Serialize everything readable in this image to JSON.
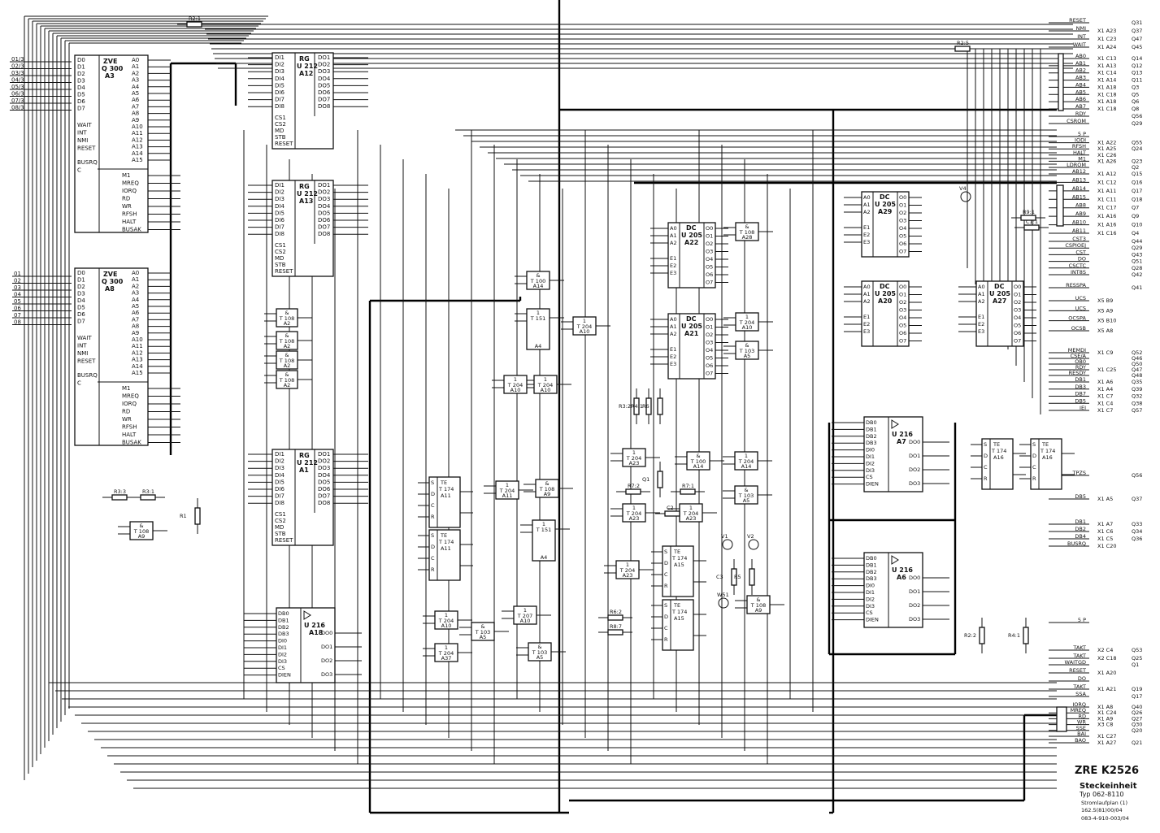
{
  "title_block": {
    "title": "ZRE K2526",
    "subtitle": "Steckeinheit",
    "line1": "Typ 062-8110",
    "line2": "Stromlaufplan (1)",
    "line3": "162.5(81)00/04",
    "line4": "083-4-910-003/04"
  },
  "cpus": [
    {
      "type": "ZVE",
      "part": "Q 300",
      "ref": "A3",
      "inputs": [
        "D0",
        "D1",
        "D2",
        "D3",
        "D4",
        "D5",
        "D6",
        "D7"
      ],
      "addr": [
        "A0",
        "A1",
        "A2",
        "A3",
        "A4",
        "A5",
        "A6",
        "A7",
        "A8",
        "A9",
        "A10",
        "A11",
        "A12",
        "A13",
        "A14",
        "A15"
      ],
      "ctrl_in": [
        "WAIT",
        "INT",
        "NMI",
        "RESET",
        "BUSRQ",
        "C"
      ],
      "ctrl_out": [
        "M1",
        "MREQ",
        "IORQ",
        "RD",
        "WR",
        "RFSH",
        "HALT",
        "BUSAK"
      ]
    },
    {
      "type": "ZVE",
      "part": "Q 300",
      "ref": "A8",
      "inputs": [
        "D0",
        "D1",
        "D2",
        "D3",
        "D4",
        "D5",
        "D6",
        "D7"
      ],
      "addr": [
        "A0",
        "A1",
        "A2",
        "A3",
        "A4",
        "A5",
        "A6",
        "A7",
        "A8",
        "A9",
        "A10",
        "A11",
        "A12",
        "A13",
        "A14",
        "A15"
      ],
      "ctrl_in": [
        "WAIT",
        "INT",
        "NMI",
        "RESET",
        "BUSRQ",
        "C"
      ],
      "ctrl_out": [
        "M1",
        "MREQ",
        "IORQ",
        "RD",
        "WR",
        "RFSH",
        "HALT",
        "BUSAK"
      ]
    }
  ],
  "registers": [
    {
      "type": "RG",
      "part": "U 212",
      "ref": "A12"
    },
    {
      "type": "RG",
      "part": "U 212",
      "ref": "A13"
    },
    {
      "type": "RG",
      "part": "U 212",
      "ref": "A1"
    }
  ],
  "reg_pins_in": [
    "DI1",
    "DI2",
    "DI3",
    "DI4",
    "DI5",
    "DI6",
    "DI7",
    "DI8"
  ],
  "reg_pins_out": [
    "DO1",
    "DO2",
    "DO3",
    "DO4",
    "DO5",
    "DO6",
    "DO7",
    "DO8"
  ],
  "reg_ctrl": [
    "CS1",
    "CS2",
    "MD",
    "STB",
    "RESET"
  ],
  "decoders": [
    {
      "type": "DC",
      "part": "U 205",
      "ref": "A22"
    },
    {
      "type": "DC",
      "part": "U 205",
      "ref": "A21"
    },
    {
      "type": "DC",
      "part": "U 205",
      "ref": "A29"
    },
    {
      "type": "DC",
      "part": "U 205",
      "ref": "A20"
    },
    {
      "type": "DC",
      "part": "U 205",
      "ref": "A27"
    }
  ],
  "dec_pins_in": [
    "A0",
    "A1",
    "A2",
    "E1",
    "E2",
    "E3"
  ],
  "dec_pins_out": [
    "O0",
    "O1",
    "O2",
    "O3",
    "O4",
    "O5",
    "O6",
    "O7"
  ],
  "drivers": [
    {
      "type": "U 216",
      "ref": "A7"
    },
    {
      "type": "U 216",
      "ref": "A6"
    },
    {
      "type": "U 216",
      "ref": "A18"
    }
  ],
  "drv_pins_left": [
    "DB0",
    "DB1",
    "DB2",
    "DB3",
    "DI0",
    "DI1",
    "DI2",
    "DI3",
    "CS",
    "DIEN"
  ],
  "drv_pins_right": [
    "DO0",
    "DO1",
    "DO2",
    "DO3"
  ],
  "gates": [
    {
      "sym": "&",
      "part": "T 108",
      "ref": "A28"
    },
    {
      "sym": "&",
      "part": "T 108",
      "ref": "A2"
    },
    {
      "sym": "&",
      "part": "T 108",
      "ref": "A2"
    },
    {
      "sym": "&",
      "part": "T 108",
      "ref": "A2"
    },
    {
      "sym": "&",
      "part": "T 108",
      "ref": "A2"
    },
    {
      "sym": "&",
      "part": "T 100",
      "ref": "A14"
    },
    {
      "sym": "1",
      "part": "T 151",
      "ref": "A4"
    },
    {
      "sym": "1",
      "part": "T 204",
      "ref": "A10"
    },
    {
      "sym": "1",
      "part": "T 204",
      "ref": "A10"
    },
    {
      "sym": "1",
      "part": "T 204",
      "ref": "A10"
    },
    {
      "sym": "1",
      "part": "T 204",
      "ref": "A10"
    },
    {
      "sym": "&",
      "part": "T 103",
      "ref": "A5"
    },
    {
      "sym": "&",
      "part": "T 108",
      "ref": "A9"
    },
    {
      "sym": "1",
      "part": "T 204",
      "ref": "A11"
    },
    {
      "sym": "&",
      "part": "T 108",
      "ref": "A9"
    },
    {
      "sym": "1",
      "part": "T 151",
      "ref": "A4"
    },
    {
      "sym": "1",
      "part": "T 204",
      "ref": "A23"
    },
    {
      "sym": "&",
      "part": "T 100",
      "ref": "A14"
    },
    {
      "sym": "1",
      "part": "T 204",
      "ref": "A14"
    },
    {
      "sym": "&",
      "part": "T 103",
      "ref": "A5"
    },
    {
      "sym": "1",
      "part": "T 204",
      "ref": "A23"
    },
    {
      "sym": "1",
      "part": "T 204",
      "ref": "A23"
    },
    {
      "sym": "1",
      "part": "T 204",
      "ref": "A23"
    },
    {
      "sym": "&",
      "part": "T 108",
      "ref": "A9"
    },
    {
      "sym": "1",
      "part": "T 204",
      "ref": "A10"
    },
    {
      "sym": "&",
      "part": "T 103",
      "ref": "A5"
    },
    {
      "sym": "1",
      "part": "T 204",
      "ref": "A37"
    },
    {
      "sym": "1",
      "part": "T 207",
      "ref": "A10"
    },
    {
      "sym": "&",
      "part": "T 103",
      "ref": "A5"
    }
  ],
  "flipflops": [
    {
      "type": "TE",
      "part": "T 174",
      "ref": "A11"
    },
    {
      "type": "TE",
      "part": "T 174",
      "ref": "A11"
    },
    {
      "type": "TE",
      "part": "T 174",
      "ref": "A15"
    },
    {
      "type": "TE",
      "part": "T 174",
      "ref": "A15"
    },
    {
      "type": "TE",
      "part": "T 174",
      "ref": "A16"
    },
    {
      "type": "TE",
      "part": "T 174",
      "ref": "A16"
    }
  ],
  "ff_pins": [
    "S",
    "D",
    "C",
    "R"
  ],
  "passives": [
    "R2:1",
    "R3:3",
    "R3:1",
    "R1",
    "R3:2",
    "R4:1",
    "R6",
    "R7:2",
    "R7:1",
    "C2",
    "Q1",
    "V1",
    "V2",
    "C3",
    "R5",
    "R6:2",
    "R8:7",
    "R2:2",
    "R4:1",
    "R9:1",
    "C1:1",
    "W51",
    "V4",
    "R2:5"
  ],
  "connector_right": [
    {
      "signal": "RESET",
      "pin": "",
      "q": "Q31"
    },
    {
      "signal": "NMI",
      "pin": "X1 A23",
      "q": "Q37"
    },
    {
      "signal": "INT",
      "pin": "X1 C23",
      "q": "Q47"
    },
    {
      "signal": "WAIT",
      "pin": "X1 A24",
      "q": "Q45"
    },
    {
      "signal": "AB0",
      "pin": "X1 C13",
      "q": "Q14"
    },
    {
      "signal": "AB1",
      "pin": "X1 A13",
      "q": "Q12"
    },
    {
      "signal": "AB2",
      "pin": "X1 C14",
      "q": "Q13"
    },
    {
      "signal": "AB3",
      "pin": "X1 A14",
      "q": "Q11"
    },
    {
      "signal": "AB4",
      "pin": "X1 A18",
      "q": "Q3"
    },
    {
      "signal": "AB5",
      "pin": "X1 C18",
      "q": "Q5"
    },
    {
      "signal": "AB6",
      "pin": "X1 A18",
      "q": "Q6"
    },
    {
      "signal": "AB7",
      "pin": "X1 C18",
      "q": "Q8"
    },
    {
      "signal": "RDY",
      "pin": "",
      "q": "Q56"
    },
    {
      "signal": "CSROM",
      "pin": "",
      "q": "Q29"
    },
    {
      "signal": "5 P",
      "pin": "",
      "q": ""
    },
    {
      "signal": "IODI",
      "pin": "X1 A22",
      "q": "Q55"
    },
    {
      "signal": "RFSH",
      "pin": "X1 A25",
      "q": "Q24"
    },
    {
      "signal": "HALT",
      "pin": "X1 C26",
      "q": ""
    },
    {
      "signal": "M1",
      "pin": "X1 A26",
      "q": "Q23"
    },
    {
      "signal": "LDROM",
      "pin": "",
      "q": "Q2"
    },
    {
      "signal": "AB12",
      "pin": "X1 A12",
      "q": "Q15"
    },
    {
      "signal": "AB13",
      "pin": "X1 C12",
      "q": "Q16"
    },
    {
      "signal": "AB14",
      "pin": "X1 A11",
      "q": "Q17"
    },
    {
      "signal": "AB15",
      "pin": "X1 C11",
      "q": "Q18"
    },
    {
      "signal": "AB8",
      "pin": "X1 C17",
      "q": "Q7"
    },
    {
      "signal": "AB9",
      "pin": "X1 A16",
      "q": "Q9"
    },
    {
      "signal": "AB10",
      "pin": "X1 A16",
      "q": "Q10"
    },
    {
      "signal": "AB11",
      "pin": "X1 C16",
      "q": "Q4"
    },
    {
      "signal": "CST3",
      "pin": "",
      "q": "Q44"
    },
    {
      "signal": "CSPIOEJ",
      "pin": "",
      "q": "Q29"
    },
    {
      "signal": "CST",
      "pin": "",
      "q": "Q43"
    },
    {
      "signal": "DO",
      "pin": "",
      "q": "Q51"
    },
    {
      "signal": "CSCTC",
      "pin": "",
      "q": "Q28"
    },
    {
      "signal": "INT8S",
      "pin": "",
      "q": "Q42"
    },
    {
      "signal": "RESSPA",
      "pin": "",
      "q": "Q41"
    },
    {
      "signal": "UCS",
      "pin": "X5 B9",
      "q": ""
    },
    {
      "signal": "UCS",
      "pin": "X5 A9",
      "q": ""
    },
    {
      "signal": "OCSPA",
      "pin": "X5 B10",
      "q": ""
    },
    {
      "signal": "OCSB",
      "pin": "X5 A8",
      "q": ""
    },
    {
      "signal": "MEMDI",
      "pin": "X1 C9",
      "q": "Q52"
    },
    {
      "signal": "CSE/A",
      "pin": "",
      "q": "Q46"
    },
    {
      "signal": "OB0",
      "pin": "",
      "q": "Q50"
    },
    {
      "signal": "RDY",
      "pin": "X1 C25",
      "q": "Q47"
    },
    {
      "signal": "RESDY",
      "pin": "",
      "q": "Q48"
    },
    {
      "signal": "DB1",
      "pin": "X1 A6",
      "q": "Q35"
    },
    {
      "signal": "DB3",
      "pin": "X1 A4",
      "q": "Q39"
    },
    {
      "signal": "DB7",
      "pin": "X1 C7",
      "q": "Q32"
    },
    {
      "signal": "DB5",
      "pin": "X1 C4",
      "q": "Q38"
    },
    {
      "signal": "IEI",
      "pin": "X1 C7",
      "q": "Q57"
    },
    {
      "signal": "TPZS",
      "pin": "",
      "q": "Q56"
    },
    {
      "signal": "DB5",
      "pin": "X1 A5",
      "q": "Q37"
    },
    {
      "signal": "DB1",
      "pin": "X1 A7",
      "q": "Q33"
    },
    {
      "signal": "DB2",
      "pin": "X1 C6",
      "q": "Q34"
    },
    {
      "signal": "DB4",
      "pin": "X1 C5",
      "q": "Q36"
    },
    {
      "signal": "BUSRQ",
      "pin": "X1 C20",
      "q": ""
    },
    {
      "signal": "5 P",
      "pin": "",
      "q": ""
    },
    {
      "signal": "TAKT",
      "pin": "X2 C4",
      "q": "Q53"
    },
    {
      "signal": "TAKT",
      "pin": "X2 C18",
      "q": "Q25"
    },
    {
      "signal": "WAITGD",
      "pin": "",
      "q": "Q1"
    },
    {
      "signal": "RESET",
      "pin": "X1 A20",
      "q": ""
    },
    {
      "signal": "DO",
      "pin": "",
      "q": ""
    },
    {
      "signal": "TAKT",
      "pin": "X1 A21",
      "q": "Q19"
    },
    {
      "signal": "SSA",
      "pin": "",
      "q": "Q17"
    },
    {
      "signal": "IORQ",
      "pin": "X1 A8",
      "q": "Q40"
    },
    {
      "signal": "MREQ",
      "pin": "X1 C24",
      "q": "Q26"
    },
    {
      "signal": "RD",
      "pin": "X1 A9",
      "q": "Q27"
    },
    {
      "signal": "WR",
      "pin": "X3 C8",
      "q": "Q30"
    },
    {
      "signal": "SSE",
      "pin": "",
      "q": "Q20"
    },
    {
      "signal": "BAI",
      "pin": "X1 C27",
      "q": ""
    },
    {
      "signal": "BAO",
      "pin": "X1 A27",
      "q": "Q21"
    }
  ],
  "left_bus": [
    "01/3",
    "02/3",
    "03/3",
    "04/3",
    "05/3",
    "06/3",
    "07/3",
    "08/3"
  ],
  "left_bus2": [
    "01",
    "02",
    "03",
    "04",
    "05",
    "06",
    "07",
    "08"
  ]
}
